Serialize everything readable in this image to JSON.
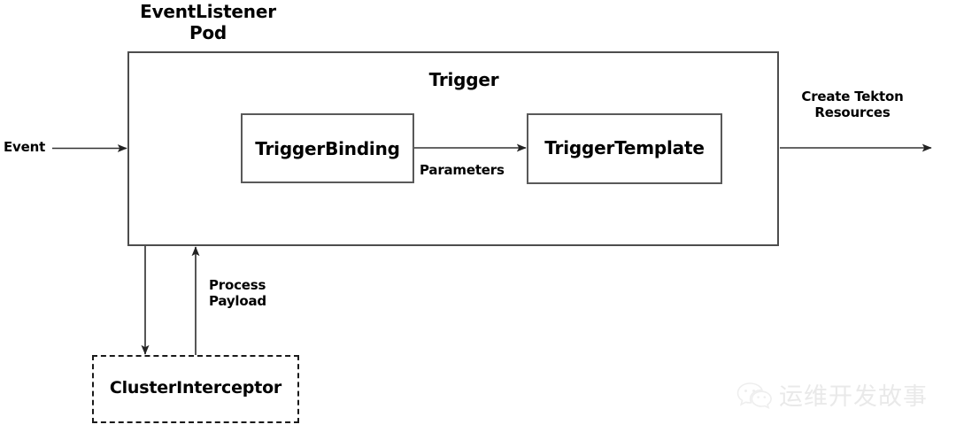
{
  "diagram": {
    "type": "block-diagram",
    "title_outer": "EventListener\nPod",
    "title_outer_line1": "EventListener",
    "title_outer_line2": "Pod",
    "colors": {
      "background": "#ffffff",
      "outer_box_border": "#4d4d4d",
      "inner_box_border": "#595959",
      "dashed_box_border": "#1a1a1a",
      "arrow": "#333333",
      "text": "#000000",
      "watermark": "#b8b8b8"
    },
    "containers": [
      {
        "id": "eventlistener-pod",
        "label": "EventListener Pod",
        "style": "solid"
      },
      {
        "id": "clusterinterceptor",
        "label": "ClusterInterceptor",
        "style": "dashed"
      }
    ],
    "nodes": [
      {
        "id": "triggerbinding",
        "label": "TriggerBinding"
      },
      {
        "id": "triggertemplate",
        "label": "TriggerTemplate"
      },
      {
        "id": "clusterinterceptor",
        "label": "ClusterInterceptor"
      }
    ],
    "section_title": "Trigger",
    "edges": [
      {
        "id": "event-in",
        "label": "Event",
        "from": "external",
        "to": "eventlistener-pod"
      },
      {
        "id": "binding-to-template",
        "label": "Parameters",
        "from": "triggerbinding",
        "to": "triggertemplate"
      },
      {
        "id": "create-resources",
        "label": "Create Tekton\nResources",
        "from": "eventlistener-pod",
        "to": "external"
      },
      {
        "id": "send-payload",
        "label": "",
        "from": "eventlistener-pod",
        "to": "clusterinterceptor"
      },
      {
        "id": "process-payload",
        "label": "Process\nPayload",
        "from": "clusterinterceptor",
        "to": "eventlistener-pod"
      }
    ]
  },
  "labels": {
    "eventlistener_line1": "EventListener",
    "eventlistener_line2": "Pod",
    "trigger": "Trigger",
    "event": "Event",
    "parameters": "Parameters",
    "create_tekton_line1": "Create Tekton",
    "create_tekton_line2": "Resources",
    "process_payload_line1": "Process",
    "process_payload_line2": "Payload",
    "triggerbinding": "TriggerBinding",
    "triggertemplate": "TriggerTemplate",
    "clusterinterceptor": "ClusterInterceptor"
  },
  "watermark": {
    "text": "运维开发故事",
    "icon": "wechat-icon"
  }
}
